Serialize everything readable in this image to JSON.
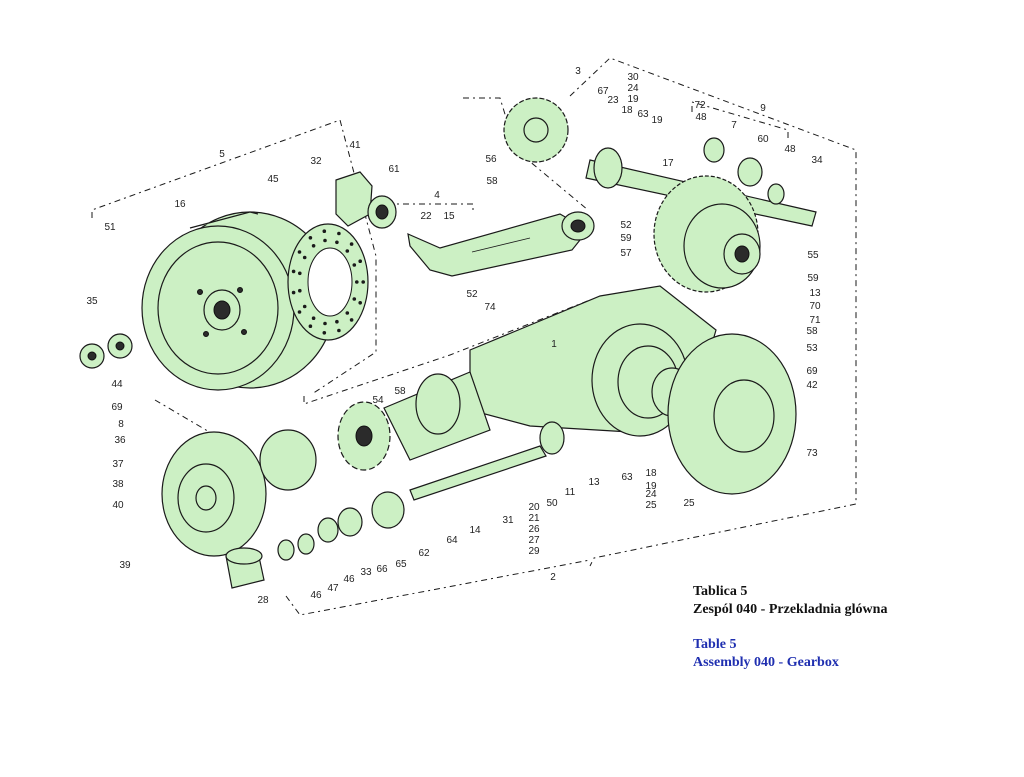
{
  "caption": {
    "pl_table": "Tablica 5",
    "pl_assembly": "Zespól 040 - Przekladnia glówna",
    "en_table": "Table 5",
    "en_assembly": "Assembly 040 - Gearbox"
  },
  "callouts": [
    {
      "id": "c1",
      "text": "3"
    },
    {
      "id": "c2",
      "text": "30"
    },
    {
      "id": "c3",
      "text": "24"
    },
    {
      "id": "c4",
      "text": "19"
    },
    {
      "id": "c5",
      "text": "18"
    },
    {
      "id": "c6",
      "text": "67"
    },
    {
      "id": "c7",
      "text": "23"
    },
    {
      "id": "c8",
      "text": "63"
    },
    {
      "id": "c9",
      "text": "19"
    },
    {
      "id": "c10",
      "text": "72"
    },
    {
      "id": "c11",
      "text": "48"
    },
    {
      "id": "c12",
      "text": "9"
    },
    {
      "id": "c13",
      "text": "7"
    },
    {
      "id": "c14",
      "text": "60"
    },
    {
      "id": "c15",
      "text": "48"
    },
    {
      "id": "c16",
      "text": "34"
    },
    {
      "id": "c17",
      "text": "17"
    },
    {
      "id": "c18",
      "text": "56"
    },
    {
      "id": "c19",
      "text": "58"
    },
    {
      "id": "c20",
      "text": "4"
    },
    {
      "id": "c21",
      "text": "22"
    },
    {
      "id": "c22",
      "text": "15"
    },
    {
      "id": "c23",
      "text": "52"
    },
    {
      "id": "c24",
      "text": "59"
    },
    {
      "id": "c25",
      "text": "57"
    },
    {
      "id": "c26",
      "text": "55"
    },
    {
      "id": "c27",
      "text": "59"
    },
    {
      "id": "c28",
      "text": "13"
    },
    {
      "id": "c29",
      "text": "70"
    },
    {
      "id": "c30",
      "text": "71"
    },
    {
      "id": "c31",
      "text": "58"
    },
    {
      "id": "c32",
      "text": "53"
    },
    {
      "id": "c33",
      "text": "69"
    },
    {
      "id": "c34",
      "text": "42"
    },
    {
      "id": "c35",
      "text": "73"
    },
    {
      "id": "c36",
      "text": "5"
    },
    {
      "id": "c37",
      "text": "41"
    },
    {
      "id": "c38",
      "text": "32"
    },
    {
      "id": "c39",
      "text": "61"
    },
    {
      "id": "c40",
      "text": "45"
    },
    {
      "id": "c41",
      "text": "16"
    },
    {
      "id": "c42",
      "text": "51"
    },
    {
      "id": "c43",
      "text": "35"
    },
    {
      "id": "c44",
      "text": "52"
    },
    {
      "id": "c45",
      "text": "74"
    },
    {
      "id": "c46",
      "text": "44"
    },
    {
      "id": "c47",
      "text": "69"
    },
    {
      "id": "c48",
      "text": "8"
    },
    {
      "id": "c49",
      "text": "36"
    },
    {
      "id": "c50",
      "text": "37"
    },
    {
      "id": "c51",
      "text": "38"
    },
    {
      "id": "c52",
      "text": "40"
    },
    {
      "id": "c53",
      "text": "39"
    },
    {
      "id": "c54",
      "text": "54"
    },
    {
      "id": "c55",
      "text": "58"
    },
    {
      "id": "c56",
      "text": "1"
    },
    {
      "id": "c57",
      "text": "14"
    },
    {
      "id": "c58",
      "text": "31"
    },
    {
      "id": "c59",
      "text": "50"
    },
    {
      "id": "c60",
      "text": "11"
    },
    {
      "id": "c61",
      "text": "13"
    },
    {
      "id": "c62",
      "text": "63"
    },
    {
      "id": "c63",
      "text": "18"
    },
    {
      "id": "c64",
      "text": "19"
    },
    {
      "id": "c65",
      "text": "24"
    },
    {
      "id": "c66",
      "text": "25"
    },
    {
      "id": "c67",
      "text": "25"
    },
    {
      "id": "c68",
      "text": "20"
    },
    {
      "id": "c69",
      "text": "21"
    },
    {
      "id": "c70",
      "text": "26"
    },
    {
      "id": "c71",
      "text": "27"
    },
    {
      "id": "c72",
      "text": "29"
    },
    {
      "id": "c73",
      "text": "64"
    },
    {
      "id": "c74",
      "text": "62"
    },
    {
      "id": "c75",
      "text": "65"
    },
    {
      "id": "c76",
      "text": "66"
    },
    {
      "id": "c77",
      "text": "33"
    },
    {
      "id": "c78",
      "text": "46"
    },
    {
      "id": "c79",
      "text": "47"
    },
    {
      "id": "c80",
      "text": "46"
    },
    {
      "id": "c81",
      "text": "28"
    },
    {
      "id": "c82",
      "text": "2"
    }
  ],
  "colors": {
    "part_fill": "#ccf0c4",
    "outline": "#1a1a1a",
    "caption_blue": "#1f2fb0"
  }
}
